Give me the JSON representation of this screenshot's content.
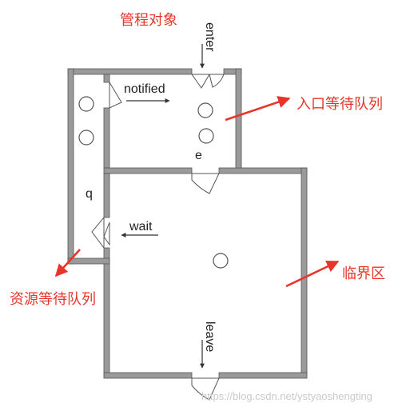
{
  "labels": {
    "monitor": "管程对象",
    "entry_queue": "入口等待队列",
    "resource_queue": "资源等待队列",
    "critical_section": "临界区",
    "enter": "enter",
    "leave": "leave",
    "notified": "notified",
    "wait": "wait",
    "e": "e",
    "q": "q"
  },
  "watermark": "https://blog.csdn.net/ystyaoshengting",
  "colors": {
    "annotation_red": "#e8352b",
    "wall_fill": "#9a9a9a",
    "wall_stroke": "#555555",
    "text": "#222222"
  }
}
